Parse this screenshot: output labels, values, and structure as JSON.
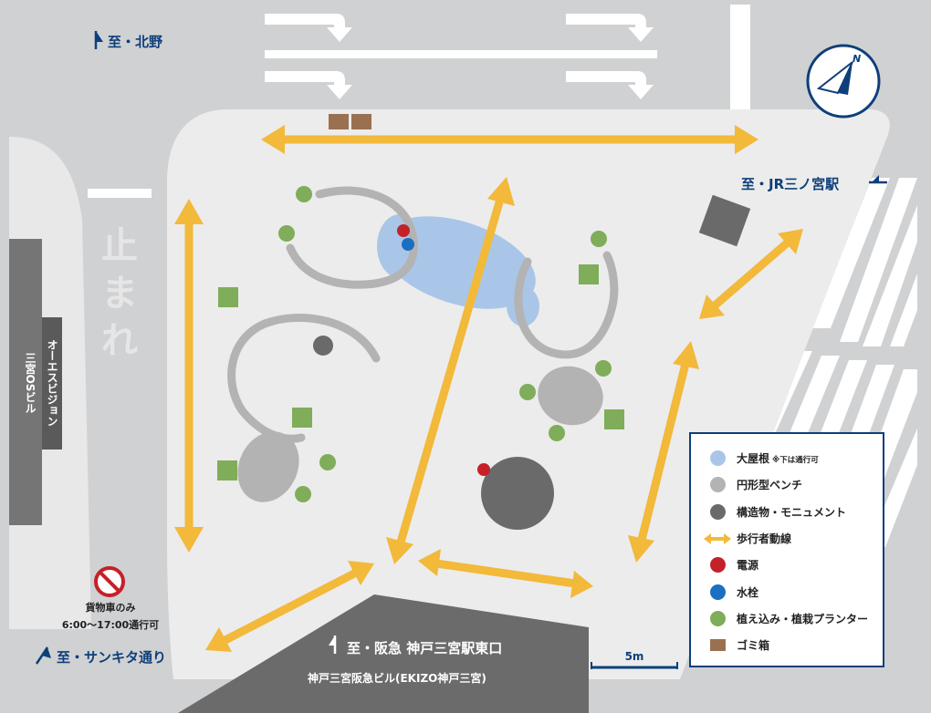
{
  "labels": {
    "kitano": "至・北野",
    "jr_sannomiya": "至・JR三ノ宮駅",
    "sankita": "至・サンキタ通り",
    "hankyu": "至・阪急 神戸三宮駅東口",
    "hankyu_building": "神戸三宮阪急ビル(EKIZO神戸三宮)",
    "os_building": "三宮OSビル",
    "os_vision": "オーエスビジョン",
    "stop_1": "止",
    "stop_2": "ま",
    "stop_3": "れ",
    "truck_1": "貨物車のみ",
    "truck_2": "6:00〜17:00通行可",
    "scale": "5m",
    "north": "N"
  },
  "legend": {
    "roof": {
      "label": "大屋根",
      "note": "※下は通行可"
    },
    "bench": {
      "label": "円形型ベンチ"
    },
    "structure": {
      "label": "構造物・モニュメント"
    },
    "walk": {
      "label": "歩行者動線"
    },
    "power": {
      "label": "電源"
    },
    "hydrant": {
      "label": "水栓"
    },
    "planter": {
      "label": "植え込み・植栽プランター"
    },
    "trash": {
      "label": "ゴミ箱"
    }
  },
  "colors": {
    "road": "#d0d1d3",
    "plaza": "#ececec",
    "lane": "#ffffff",
    "building": "#6b6b6b",
    "os_building": "#757575",
    "arrow": "#f2b93a",
    "bench": "#b3b3b3",
    "monument": "#6a6a6a",
    "roof": "#a9c6e8",
    "planter": "#7fad5a",
    "power": "#c42129",
    "hydrant": "#1a6fc0",
    "trash": "#9a7150",
    "label_blue": "#0d3f7a"
  }
}
